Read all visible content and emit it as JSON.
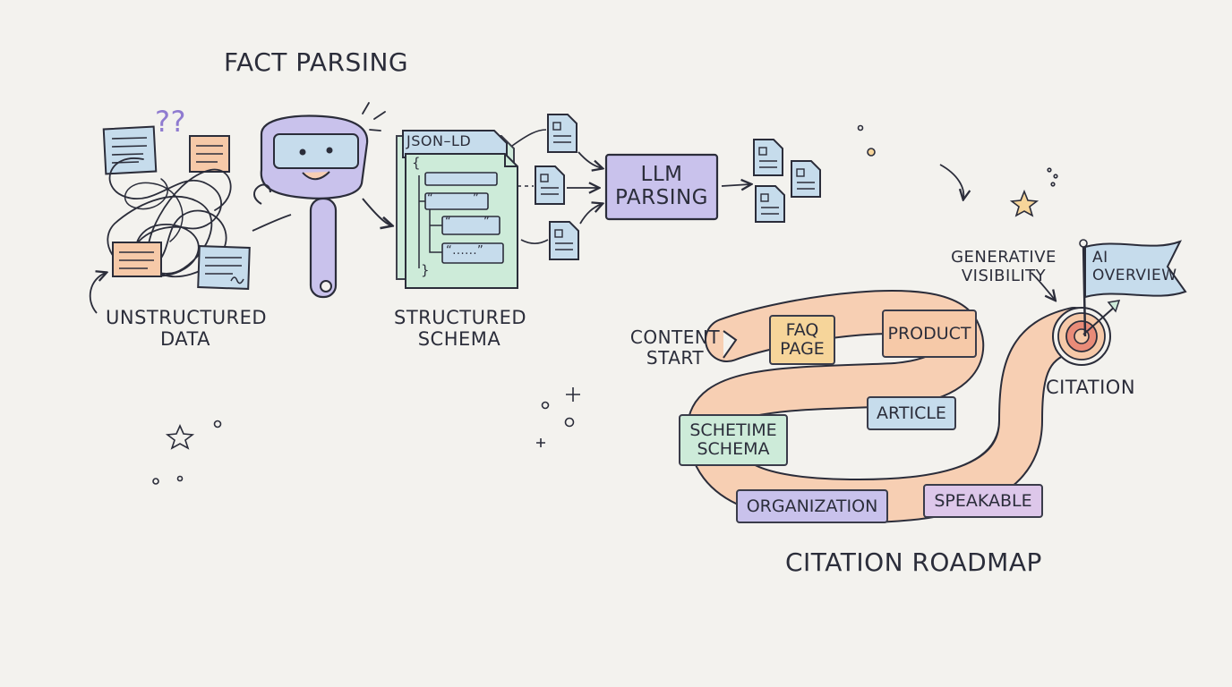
{
  "title": "FACT PARSING",
  "unstructured_label": "UNSTRUCTURED DATA",
  "unstructured_question": "??",
  "jsonld_label": "JSON–LD",
  "structured_label": "STRUCTURED SCHEMA",
  "schema_open": "{",
  "schema_close": "}",
  "schema_quote_a": "“",
  "schema_quote_b": "”",
  "schema_quote_c": "“",
  "schema_quote_d": "”",
  "schema_quote_e": "“......”",
  "llm_label": "LLM PARSING",
  "roadmap_title": "CITATION ROADMAP",
  "content_start": "CONTENT START",
  "generative_visibility": "GENERATIVE VISIBILITY",
  "ai_overview": "AI OVERVIEW",
  "citation": "CITATION",
  "roadmap_nodes": {
    "faq": "FAQ\nPAGE",
    "product": "PRODUCT",
    "article": "ARTICLE",
    "schetime": "SCHETIME\nSCHEMA",
    "organization": "ORGANIZATION",
    "speakable": "SPEAKABLE"
  },
  "colors": {
    "background": "#f3f2ee",
    "ink": "#2b2d3a",
    "lavender": "#c9c2ec",
    "mint": "#cdebd9",
    "sky": "#c6dcec",
    "peach": "#f6c9a8",
    "road": "#f7cfb3",
    "target_red": "#e98b78"
  }
}
